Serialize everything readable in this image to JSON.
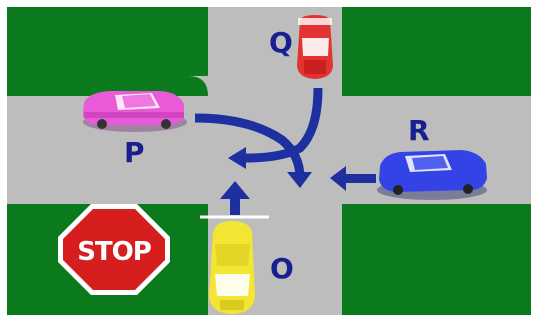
{
  "scene": {
    "labels": {
      "p": "P",
      "q": "Q",
      "r": "R",
      "o": "O"
    },
    "stop_sign": {
      "text": "STOP"
    },
    "cars": [
      {
        "label": "O",
        "color": "#f2e633",
        "facing": "north"
      },
      {
        "label": "P",
        "color": "#e85ad6",
        "facing": "east"
      },
      {
        "label": "Q",
        "color": "#e33232",
        "facing": "south"
      },
      {
        "label": "R",
        "color": "#3343e6",
        "facing": "west"
      }
    ],
    "colors": {
      "grass": "#0a7a1d",
      "road": "#bfbfbf",
      "arrow": "#1e2fa0",
      "stop_sign": "#d61e1e"
    },
    "icons": [
      "stop-sign-icon",
      "arrow-north-icon",
      "arrow-turn-right-icon",
      "arrow-turn-left-icon",
      "arrow-west-icon",
      "arrow-south-icon"
    ]
  }
}
